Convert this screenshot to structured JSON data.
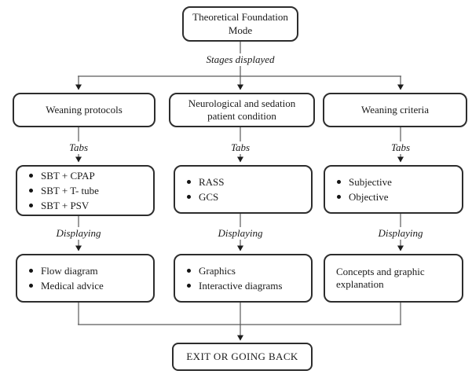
{
  "diagram": {
    "root_label": "Theoretical Foundation Mode",
    "root_connector_label": "Stages displayed",
    "exit_label": "EXIT OR GOING BACK"
  },
  "columns": [
    {
      "header": "Weaning protocols",
      "tabs_label": "Tabs",
      "tabs": [
        "SBT + CPAP",
        "SBT + T- tube",
        "SBT + PSV"
      ],
      "displaying_label": "Displaying",
      "displays": [
        "Flow diagram",
        "Medical advice"
      ]
    },
    {
      "header": "Neurological and sedation patient condition",
      "tabs_label": "Tabs",
      "tabs": [
        "RASS",
        "GCS"
      ],
      "displaying_label": "Displaying",
      "displays": [
        "Graphics",
        "Interactive diagrams"
      ]
    },
    {
      "header": "Weaning criteria",
      "tabs_label": "Tabs",
      "tabs": [
        "Subjective",
        "Objective"
      ],
      "displaying_label": "Displaying",
      "displays": [
        "Concepts and graphic explanation"
      ]
    }
  ],
  "colors": {
    "background": "#ffffff",
    "box_border": "#2d2d2d",
    "connector_line": "#5a5a5a",
    "arrowhead": "#1c1c1c",
    "text": "#1a1a1a"
  }
}
